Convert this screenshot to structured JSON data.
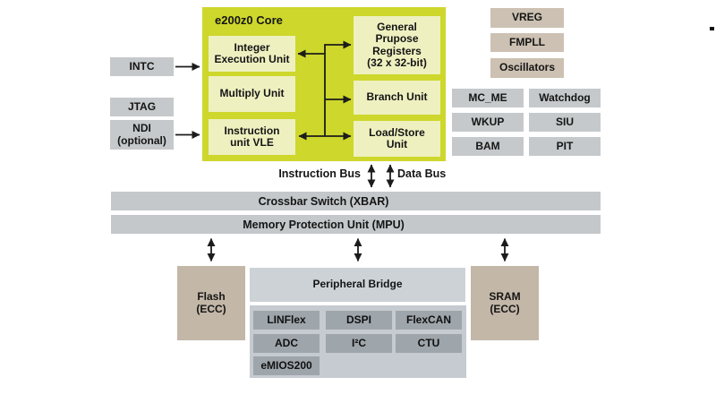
{
  "colors": {
    "gray": "#c5c9cb",
    "tan": "#ccc1b2",
    "mem_tan": "#c3b7a8",
    "core_green": "#ced72b",
    "core_inner": "#eef0c0",
    "bar_gray": "#c4c8cb",
    "bridge_gray": "#cdd2d6",
    "container_gray": "#c5cbd0",
    "periph_gray": "#9ea5ab",
    "line": "#1c1c1c"
  },
  "core": {
    "title": "e200z0 Core",
    "integer_execution_unit": "Integer\nExecution Unit",
    "multiply_unit": "Multiply Unit",
    "instruction_unit_vle": "Instruction\nunit VLE",
    "gpr": "General\nPrupose\nRegisters\n(32 x 32-bit)",
    "branch_unit": "Branch Unit",
    "load_store_unit": "Load/Store\nUnit"
  },
  "io": {
    "intc": "INTC",
    "jtag": "JTAG",
    "ndi": "NDI\n(optional)"
  },
  "clocks": {
    "vreg": "VREG",
    "fmpll": "FMPLL",
    "oscillators": "Oscillators"
  },
  "system": {
    "mc_me": "MC_ME",
    "watchdog": "Watchdog",
    "wkup": "WKUP",
    "siu": "SIU",
    "bam": "BAM",
    "pit": "PIT"
  },
  "buses": {
    "instruction_bus": "Instruction Bus",
    "data_bus": "Data Bus",
    "xbar": "Crossbar Switch (XBAR)",
    "mpu": "Memory Protection Unit (MPU)"
  },
  "memory": {
    "flash": "Flash\n(ECC)",
    "sram": "SRAM\n(ECC)"
  },
  "peripherals": {
    "bridge": "Peripheral Bridge",
    "linflex": "LINFlex",
    "dspi": "DSPI",
    "flexcan": "FlexCAN",
    "adc": "ADC",
    "i2c": "I²C",
    "ctu": "CTU",
    "emios": "eMIOS200"
  }
}
